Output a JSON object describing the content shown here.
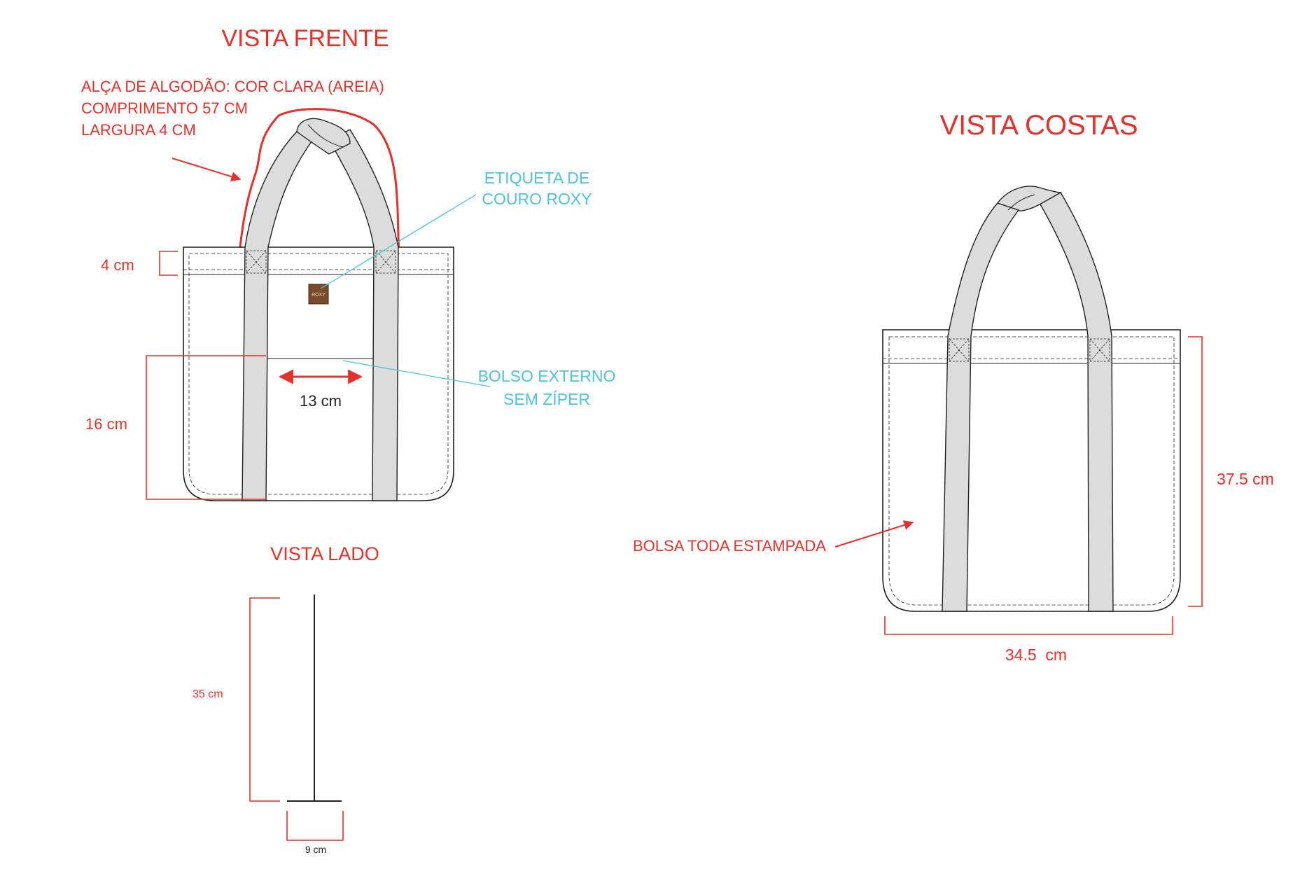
{
  "colors": {
    "annotation_red": "#e4312b",
    "annotation_cyan": "#4ec3d9",
    "outline": "#231f20",
    "strap_fill": "#dcdcdc",
    "label_leather": "#7a4a2c",
    "label_text": "#e9d6c0"
  },
  "front_view": {
    "title": "VISTA FRENTE",
    "strap_note": {
      "line1": "ALÇA DE ALGODÃO: COR CLARA (AREIA)",
      "line2": "COMPRIMENTO 57 CM",
      "line3": "LARGURA 4 CM"
    },
    "label_note": {
      "line1": "ETIQUETA DE",
      "line2": "COURO ROXY"
    },
    "pocket_note": {
      "line1": "BOLSO EXTERNO",
      "line2": "SEM ZÍPER"
    },
    "leather_label_text": "ROXY",
    "dim_top_band": "4 cm",
    "dim_pocket_height": "16 cm",
    "dim_pocket_width": "13 cm"
  },
  "side_view": {
    "title": "VISTA LADO",
    "dim_height": "35 cm",
    "dim_depth": "9 cm"
  },
  "back_view": {
    "title": "VISTA COSTAS",
    "print_note": "BOLSA TODA ESTAMPADA",
    "dim_height": "37.5 cm",
    "dim_width": "34.5  cm"
  }
}
